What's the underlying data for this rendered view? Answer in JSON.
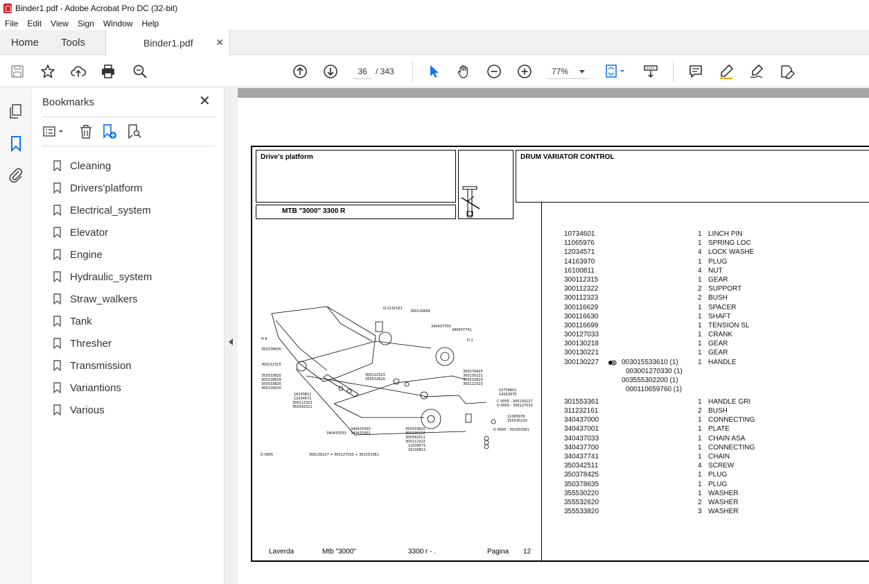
{
  "window": {
    "title": "Binder1.pdf - Adobe Acrobat Pro DC (32-bit)"
  },
  "menu": [
    "File",
    "Edit",
    "View",
    "Sign",
    "Window",
    "Help"
  ],
  "tabs": {
    "home": "Home",
    "tools": "Tools",
    "file": "Binder1.pdf"
  },
  "toolbar": {
    "page_current": "36",
    "page_total": "/ 343",
    "zoom": "77%"
  },
  "bookmarks": {
    "title": "Bookmarks",
    "items": [
      "Cleaning",
      "Drivers'platform",
      "Electrical_system",
      "Elevator",
      "Engine",
      "Hydraulic_system",
      "Straw_walkers",
      "Tank",
      "Thresher",
      "Transmission",
      "Variantions",
      "Various"
    ]
  },
  "document": {
    "section": "Drive's platform",
    "model": "MTB \"3000\"  3300 R",
    "group_title": "DRUM VARIATOR CONTROL",
    "footer": {
      "brand": "Laverda",
      "model": "Mtb \"3000\"",
      "variant": "3300 r - .",
      "page_label": "Pagina",
      "page_no": "12"
    },
    "parts_a": [
      {
        "code": "10734601",
        "qty": "1",
        "desc": "LINCH PIN"
      },
      {
        "code": "11065976",
        "qty": "1",
        "desc": "SPRING LOC"
      },
      {
        "code": "12034571",
        "qty": "4",
        "desc": "LOCK WASHE"
      },
      {
        "code": "14163970",
        "qty": "1",
        "desc": "PLUG"
      },
      {
        "code": "16100811",
        "qty": "4",
        "desc": "NUT"
      },
      {
        "code": "300112315",
        "qty": "1",
        "desc": "GEAR"
      },
      {
        "code": "300112322",
        "qty": "2",
        "desc": "SUPPORT"
      },
      {
        "code": "300112323",
        "qty": "2",
        "desc": "BUSH"
      },
      {
        "code": "300116629",
        "qty": "1",
        "desc": "SPACER"
      },
      {
        "code": "300116630",
        "qty": "1",
        "desc": "SHAFT"
      },
      {
        "code": "300116699",
        "qty": "1",
        "desc": "TENSION SL"
      },
      {
        "code": "300127033",
        "qty": "1",
        "desc": "CRANK"
      },
      {
        "code": "300130218",
        "qty": "1",
        "desc": "GEAR"
      },
      {
        "code": "300130221",
        "qty": "1",
        "desc": "GEAR"
      },
      {
        "code": "300130227",
        "qty": "1",
        "desc": "HANDLE"
      }
    ],
    "handle_subs": [
      "003015533610  (1)",
      "003001270330  (1)",
      "003555302200  (1)",
      "000110659760  (1)"
    ],
    "parts_b": [
      {
        "code": "301553361",
        "qty": "1",
        "desc": "HANDLE GRI"
      },
      {
        "code": "311232161",
        "qty": "2",
        "desc": "BUSH"
      },
      {
        "code": "340437000",
        "qty": "1",
        "desc": "CONNECTING"
      },
      {
        "code": "340437001",
        "qty": "1",
        "desc": "PLATE"
      },
      {
        "code": "340437033",
        "qty": "1",
        "desc": "CHAIN ASA"
      },
      {
        "code": "340437700",
        "qty": "1",
        "desc": "CONNECTING"
      },
      {
        "code": "340437741",
        "qty": "1",
        "desc": "CHAIN"
      },
      {
        "code": "350342511",
        "qty": "4",
        "desc": "SCREW"
      },
      {
        "code": "350378425",
        "qty": "1",
        "desc": "PLUG"
      },
      {
        "code": "350378635",
        "qty": "1",
        "desc": "PLUG"
      },
      {
        "code": "355530220",
        "qty": "1",
        "desc": "WASHER"
      },
      {
        "code": "355532620",
        "qty": "2",
        "desc": "WASHER"
      },
      {
        "code": "355533820",
        "qty": "3",
        "desc": "WASHER"
      }
    ],
    "diagram_labels": [
      "311232161",
      "300116699",
      "340437700",
      "340437741",
      "D 2",
      "H 8",
      "350378635",
      "300112315",
      "355533820",
      "300116629",
      "355533820",
      "300116630",
      "300112323",
      "355532620",
      "350378425",
      "300130221",
      "355532620",
      "300112323",
      "16100811",
      "12034571",
      "300112322",
      "350342511",
      "10734601",
      "14163970",
      "C 0005 - 300130227",
      "D 0005 - 300127033",
      "11065976",
      "355530220",
      "D 0005 - 301553361",
      "355533820",
      "300130218",
      "300342511",
      "300112322",
      "12034571",
      "16100811",
      "340437000",
      "340437033",
      "340437001",
      "D 0005",
      "300130227 = 300127033 + 301553361"
    ]
  }
}
